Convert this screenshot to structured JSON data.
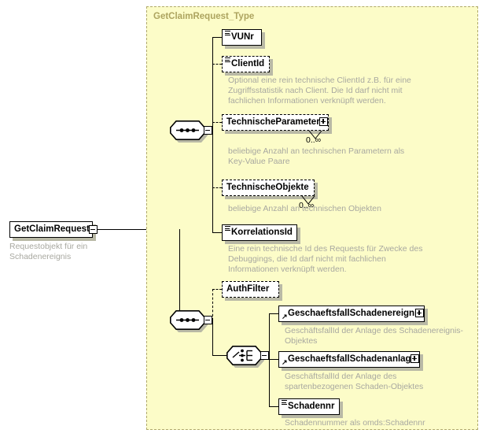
{
  "diagram": {
    "kind": "xsd-schema-diagram",
    "colors": {
      "background": "#ffffff",
      "type_container_fill": "#fcfcc8",
      "type_container_border": "#b0a96a",
      "type_title": "#ada45f",
      "annotation_text": "#a8a8a0",
      "node_fill": "#ffffff",
      "node_border": "#000000",
      "node_shadow": "#b9b9a6"
    }
  },
  "root": {
    "name": "GetClaimRequest",
    "expander": "minus",
    "expander_icon": "minus-box-icon",
    "annotation": "Requestobjekt für ein Schadenereignis"
  },
  "type": {
    "title": "GetClaimRequest_Type"
  },
  "compositors": [
    {
      "id": "sequence-top",
      "kind": "sequence",
      "icon": "sequence-compositor-icon",
      "expander": "minus"
    },
    {
      "id": "sequence-bottom",
      "kind": "sequence",
      "icon": "sequence-compositor-icon",
      "expander": "minus"
    },
    {
      "id": "choice",
      "kind": "choice",
      "icon": "choice-compositor-icon",
      "expander": "minus"
    }
  ],
  "nodes": [
    {
      "id": "vunr",
      "name": "VUNr",
      "style": "solid",
      "icon": "simple-type-icon",
      "expander": null,
      "cardinality": null,
      "annotation": null
    },
    {
      "id": "clientid",
      "name": "ClientId",
      "style": "dashed",
      "icon": "simple-type-icon",
      "expander": null,
      "cardinality": null,
      "annotation": "Optional eine rein technische ClientId z.B. für eine Zugriffsstatistik nach Client. Die Id darf nicht mit fachlichen Informationen verknüpft werden."
    },
    {
      "id": "technischeparameter",
      "name": "TechnischeParameter",
      "style": "dashed",
      "icon": null,
      "expander": "plus",
      "cardinality": "0..∞",
      "annotation": "beliebige Anzahl an technischen Parametern als Key-Value Paare"
    },
    {
      "id": "technischeobjekte",
      "name": "TechnischeObjekte",
      "style": "dashed",
      "icon": null,
      "expander": null,
      "cardinality": "0..∞",
      "annotation": "beliebige Anzahl an technischen Objekten"
    },
    {
      "id": "korrelationsid",
      "name": "KorrelationsId",
      "style": "solid",
      "icon": "simple-type-icon",
      "expander": null,
      "cardinality": null,
      "annotation": "Eine rein technische Id des Requests für Zwecke des Debuggings, die Id darf nicht mit fachlichen Informationen verknüpft werden."
    },
    {
      "id": "authfilter",
      "name": "AuthFilter",
      "style": "dashed",
      "icon": null,
      "expander": null,
      "cardinality": null,
      "annotation": null
    },
    {
      "id": "geschaeftsfallschadenereignis",
      "name": "GeschaeftsfallSchadenereignis",
      "style": "solid",
      "icon": "element-reference-icon",
      "expander": "plus",
      "cardinality": null,
      "annotation": "GeschäftsfallId der Anlage des Schadenereignis-Objektes"
    },
    {
      "id": "geschaeftsfallschadenanlage",
      "name": "GeschaeftsfallSchadenanlage",
      "style": "solid",
      "icon": "element-reference-icon",
      "expander": "plus",
      "cardinality": null,
      "annotation": "GeschäftsfallId der Anlage des spartenbezogenen Schaden-Objektes"
    },
    {
      "id": "schadennr",
      "name": "Schadennr",
      "style": "solid",
      "icon": "simple-type-icon",
      "expander": null,
      "cardinality": null,
      "annotation": "Schadennummer als omds:Schadennr"
    }
  ]
}
